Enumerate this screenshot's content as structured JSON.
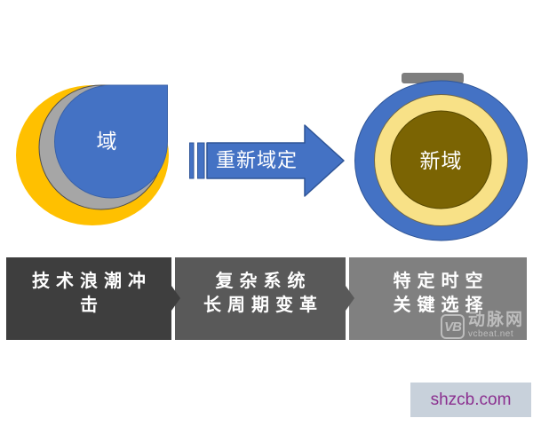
{
  "diagram": {
    "old_domain": {
      "label": "域"
    },
    "transition_arrow": {
      "label": "重新域定"
    },
    "new_domain": {
      "label": "新域"
    }
  },
  "process_boxes": [
    {
      "line1": "技术浪潮冲",
      "line2": "击"
    },
    {
      "line1": "复杂系统",
      "line2": "长周期变革"
    },
    {
      "line1": "特定时空",
      "line2": "关键选择"
    }
  ],
  "watermark": {
    "logo": "VB",
    "name": "动脉网",
    "site": "vcbeat.net"
  },
  "footer": {
    "text": "shzcb.com"
  },
  "colors": {
    "blue": "#4472C4",
    "blue_border": "#2F5597",
    "yellow": "#FFC000",
    "gray_shape": "#A6A6A6",
    "ring_yellow": "#F8E187",
    "olive_center": "#7B6403",
    "box1_bg": "#3E3E3E",
    "box2_bg": "#595959",
    "box3_bg": "#808080",
    "footer_bg": "#C8D1DB",
    "footer_text": "#8B2F8F",
    "text_on_shapes": "#FFFFFF"
  }
}
